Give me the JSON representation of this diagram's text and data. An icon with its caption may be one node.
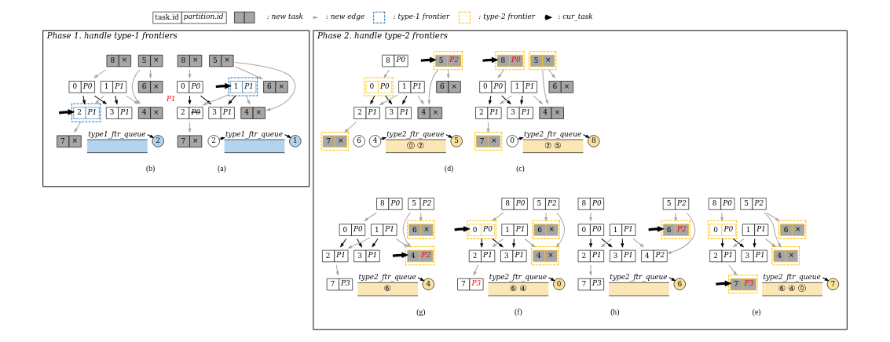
{
  "diagram": {
    "nodes": [
      {
        "text": [
          "task.id",
          "partition.id"
        ]
      },
      {
        "text": [
          "Phase 1. handle type-1 frontiers"
        ]
      },
      {
        "text": [
          "8",
          "×"
        ],
        "in": 1
      },
      {
        "text": [
          "5",
          "×"
        ],
        "in": 1
      },
      {
        "text": [
          "0",
          "P0"
        ],
        "in": 1
      },
      {
        "text": [
          "1",
          "P1"
        ],
        "in": 1
      },
      {
        "text": [
          "6",
          "×"
        ],
        "in": 1
      },
      {
        "text": [
          "2",
          "P0"
        ],
        "beside": [
          "P1"
        ],
        "in": 1
      },
      {
        "text": [
          "3",
          "P1"
        ],
        "in": 1
      },
      {
        "text": [
          "4",
          "×"
        ],
        "in": 1
      },
      {
        "text": [
          "7",
          "×"
        ],
        "in": 1
      },
      {
        "text": [
          "type1_ftr_queue"
        ],
        "in": 1
      },
      {
        "text": [
          "1"
        ],
        "in": 1
      },
      {
        "text": [
          "2"
        ],
        "in": 1
      },
      {
        "text": [
          "8",
          "×"
        ],
        "in": 1
      },
      {
        "text": [
          "5",
          "×"
        ],
        "in": 1
      },
      {
        "text": [
          "0",
          "P0"
        ],
        "in": 1
      },
      {
        "text": [
          "1",
          "P1"
        ],
        "in": 1
      },
      {
        "text": [
          "6",
          "×"
        ],
        "in": 1
      },
      {
        "text": [
          "2",
          "P1"
        ],
        "in": 1
      },
      {
        "text": [
          "3",
          "P1"
        ],
        "in": 1
      },
      {
        "text": [
          "4",
          "×"
        ],
        "in": 1
      },
      {
        "text": [
          "7",
          "×"
        ],
        "in": 1
      },
      {
        "text": [
          "type1_ftr_queue"
        ],
        "in": 1
      },
      {
        "text": [
          "2"
        ],
        "in": 1
      },
      {
        "text": [
          "Phase 2. handle type-2 frontiers"
        ]
      },
      {
        "text": [
          "8",
          "P0"
        ],
        "in": 25
      },
      {
        "text": [
          "5",
          "×"
        ],
        "in": 25
      },
      {
        "text": [
          "0",
          "P0"
        ],
        "in": 25
      },
      {
        "text": [
          "1",
          "P1"
        ],
        "in": 25
      },
      {
        "text": [
          "6",
          "×"
        ],
        "in": 25
      },
      {
        "text": [
          "2",
          "P1"
        ],
        "in": 25
      },
      {
        "text": [
          "3",
          "P1"
        ],
        "in": 25
      },
      {
        "text": [
          "4",
          "×"
        ],
        "in": 25
      },
      {
        "text": [
          "7",
          "×"
        ],
        "in": 25
      },
      {
        "text": [
          "type2_ftr_queue",
          "⑦ ⑤"
        ],
        "in": 25
      },
      {
        "text": [
          "8"
        ],
        "in": 25
      },
      {
        "text": [
          "0"
        ],
        "in": 25
      },
      {
        "text": [
          "8",
          "P0"
        ],
        "in": 25
      },
      {
        "text": [
          "5",
          "P2"
        ],
        "in": 25
      },
      {
        "text": [
          "0",
          "P0"
        ],
        "in": 25
      },
      {
        "text": [
          "1",
          "P1"
        ],
        "in": 25
      },
      {
        "text": [
          "6",
          "×"
        ],
        "in": 25
      },
      {
        "text": [
          "2",
          "P1"
        ],
        "in": 25
      },
      {
        "text": [
          "3",
          "P1"
        ],
        "in": 25
      },
      {
        "text": [
          "4",
          "×"
        ],
        "in": 25
      },
      {
        "text": [
          "7",
          "×"
        ],
        "in": 25
      },
      {
        "text": [
          "type2_ftr_queue",
          "⓪ ⑦"
        ],
        "in": 25
      },
      {
        "text": [
          "5"
        ],
        "in": 25
      },
      {
        "text": [
          "6"
        ],
        "in": 25
      },
      {
        "text": [
          "4"
        ],
        "in": 25
      },
      {
        "text": [
          "8",
          "P0"
        ],
        "in": 25
      },
      {
        "text": [
          "5",
          "P2"
        ],
        "in": 25
      },
      {
        "text": [
          "0",
          "P0"
        ],
        "in": 25
      },
      {
        "text": [
          "1",
          "P1"
        ],
        "in": 25
      },
      {
        "text": [
          "6",
          "×"
        ],
        "in": 25
      },
      {
        "text": [
          "2",
          "P1"
        ],
        "in": 25
      },
      {
        "text": [
          "3",
          "P1"
        ],
        "in": 25
      },
      {
        "text": [
          "4",
          "×"
        ],
        "in": 25
      },
      {
        "text": [
          "7",
          "P3"
        ],
        "in": 25
      },
      {
        "text": [
          "type2_ftr_queue",
          "⑥ ④ ⓪"
        ],
        "in": 25
      },
      {
        "text": [
          "7"
        ],
        "in": 25
      },
      {
        "text": [
          "8",
          "P0"
        ],
        "in": 25
      },
      {
        "text": [
          "5",
          "P2"
        ],
        "in": 25
      },
      {
        "text": [
          "0",
          "P0"
        ],
        "in": 25
      },
      {
        "text": [
          "1",
          "P1"
        ],
        "in": 25
      },
      {
        "text": [
          "6",
          "×"
        ],
        "in": 25
      },
      {
        "text": [
          "2",
          "P1"
        ],
        "in": 25
      },
      {
        "text": [
          "3",
          "P1"
        ],
        "in": 25
      },
      {
        "text": [
          "4",
          "×"
        ],
        "in": 25
      },
      {
        "text": [
          "7",
          "P3"
        ],
        "in": 25
      },
      {
        "text": [
          "type2_ftr_queue",
          "⑥ ④"
        ],
        "in": 25
      },
      {
        "text": [
          "0"
        ],
        "in": 25
      },
      {
        "text": [
          "8",
          "P0"
        ],
        "in": 25
      },
      {
        "text": [
          "5",
          "P2"
        ],
        "in": 25
      },
      {
        "text": [
          "0",
          "P0"
        ],
        "in": 25
      },
      {
        "text": [
          "1",
          "P1"
        ],
        "in": 25
      },
      {
        "text": [
          "6",
          "×"
        ],
        "in": 25
      },
      {
        "text": [
          "2",
          "P1"
        ],
        "in": 25
      },
      {
        "text": [
          "3",
          "P1"
        ],
        "in": 25
      },
      {
        "text": [
          "4",
          "P2"
        ],
        "in": 25
      },
      {
        "text": [
          "7",
          "P3"
        ],
        "in": 25
      },
      {
        "text": [
          "type2_ftr_queue",
          "⑥"
        ],
        "in": 25
      },
      {
        "text": [
          "4"
        ],
        "in": 25
      },
      {
        "text": [
          "8",
          "P0"
        ],
        "in": 25
      },
      {
        "text": [
          "5",
          "P2"
        ],
        "in": 25
      },
      {
        "text": [
          "0",
          "P0"
        ],
        "in": 25
      },
      {
        "text": [
          "1",
          "P1"
        ],
        "in": 25
      },
      {
        "text": [
          "6",
          "P2"
        ],
        "in": 25
      },
      {
        "text": [
          "2",
          "P1"
        ],
        "in": 25
      },
      {
        "text": [
          "3",
          "P1"
        ],
        "in": 25
      },
      {
        "text": [
          "4",
          "P2"
        ],
        "in": 25
      },
      {
        "text": [
          "7",
          "P3"
        ],
        "in": 25
      },
      {
        "text": [
          "type2_ftr_queue"
        ],
        "in": 25
      },
      {
        "text": [
          "6"
        ],
        "in": 25
      }
    ],
    "edges": [
      {
        "from": 2,
        "to": 4,
        "arrow": "to"
      },
      {
        "from": 3,
        "to": 6,
        "arrow": "to"
      },
      {
        "from": 3,
        "to": 9,
        "arrow": "to"
      },
      {
        "from": 4,
        "to": 7,
        "arrow": "to",
        "color": "#000000"
      },
      {
        "from": 4,
        "to": 8,
        "arrow": "to",
        "color": "#000000"
      },
      {
        "from": 5,
        "to": 8,
        "arrow": "to",
        "color": "#000000"
      },
      {
        "from": 5,
        "to": 7,
        "arrow": "to"
      },
      {
        "from": 5,
        "to": 9,
        "arrow": "to"
      },
      {
        "from": 7,
        "to": 10,
        "arrow": "to"
      },
      {
        "from": 13,
        "to": 11,
        "arrow": "to",
        "color": "#000000"
      },
      {
        "from": 11,
        "to": 12,
        "arrow": "to",
        "color": "#000000"
      },
      {
        "from": null,
        "to": 5,
        "arrow": "to",
        "style": "thick",
        "color": "#000000"
      },
      {
        "from": 14,
        "to": 16,
        "arrow": "to"
      },
      {
        "from": 15,
        "to": 18,
        "arrow": "to"
      },
      {
        "from": 15,
        "to": 21,
        "arrow": "to"
      },
      {
        "from": 16,
        "to": 19,
        "arrow": "to",
        "color": "#000000"
      },
      {
        "from": 16,
        "to": 20,
        "arrow": "to",
        "color": "#000000"
      },
      {
        "from": 17,
        "to": 20,
        "arrow": "to",
        "color": "#000000"
      },
      {
        "from": 17,
        "to": 19,
        "arrow": "to"
      },
      {
        "from": 17,
        "to": 21,
        "arrow": "to"
      },
      {
        "from": 19,
        "to": 22,
        "arrow": "to"
      },
      {
        "from": 23,
        "to": 24,
        "arrow": "to",
        "color": "#000000"
      },
      {
        "from": null,
        "to": 19,
        "arrow": "to",
        "style": "thick",
        "color": "#000000"
      },
      {
        "from": 26,
        "to": 28,
        "arrow": "to"
      },
      {
        "from": 27,
        "to": 30,
        "arrow": "to"
      },
      {
        "from": 27,
        "to": 33,
        "arrow": "to"
      },
      {
        "from": 28,
        "to": 31,
        "arrow": "to",
        "color": "#000000"
      },
      {
        "from": 28,
        "to": 32,
        "arrow": "to",
        "color": "#000000"
      },
      {
        "from": 29,
        "to": 32,
        "arrow": "to",
        "color": "#000000"
      },
      {
        "from": 29,
        "to": 31,
        "arrow": "to"
      },
      {
        "from": 29,
        "to": 33,
        "arrow": "to"
      },
      {
        "from": 31,
        "to": 34,
        "arrow": "to"
      },
      {
        "from": 37,
        "to": 35,
        "arrow": "to",
        "color": "#000000"
      },
      {
        "from": 35,
        "to": 36,
        "arrow": "to",
        "color": "#000000"
      },
      {
        "from": null,
        "to": 26,
        "arrow": "to",
        "style": "thick",
        "color": "#000000"
      },
      {
        "from": 38,
        "to": 40,
        "arrow": "to"
      },
      {
        "from": 39,
        "to": 42,
        "arrow": "to"
      },
      {
        "from": 39,
        "to": 45,
        "arrow": "to"
      },
      {
        "from": 40,
        "to": 43,
        "arrow": "to",
        "color": "#000000"
      },
      {
        "from": 40,
        "to": 44,
        "arrow": "to",
        "color": "#000000"
      },
      {
        "from": 41,
        "to": 44,
        "arrow": "to",
        "color": "#000000"
      },
      {
        "from": 41,
        "to": 43,
        "arrow": "to"
      },
      {
        "from": 41,
        "to": 45,
        "arrow": "to"
      },
      {
        "from": 43,
        "to": 46,
        "arrow": "to"
      },
      {
        "from": 50,
        "to": 47,
        "arrow": "to",
        "color": "#000000"
      },
      {
        "from": 47,
        "to": 48,
        "arrow": "to",
        "color": "#000000"
      },
      {
        "from": null,
        "to": 39,
        "arrow": "to",
        "style": "thick",
        "color": "#000000"
      },
      {
        "from": 51,
        "to": 53,
        "arrow": "to"
      },
      {
        "from": 52,
        "to": 55,
        "arrow": "to"
      },
      {
        "from": 52,
        "to": 58,
        "arrow": "to"
      },
      {
        "from": 53,
        "to": 56,
        "arrow": "to",
        "color": "#000000"
      },
      {
        "from": 53,
        "to": 57,
        "arrow": "to",
        "color": "#000000"
      },
      {
        "from": 54,
        "to": 57,
        "arrow": "to",
        "color": "#000000"
      },
      {
        "from": 54,
        "to": 56,
        "arrow": "to"
      },
      {
        "from": 54,
        "to": 58,
        "arrow": "to"
      },
      {
        "from": 56,
        "to": 59,
        "arrow": "to"
      },
      {
        "from": 60,
        "to": 61,
        "arrow": "to",
        "color": "#000000"
      },
      {
        "from": null,
        "to": 59,
        "arrow": "to",
        "style": "thick",
        "color": "#000000"
      },
      {
        "from": 62,
        "to": 64,
        "arrow": "to"
      },
      {
        "from": 63,
        "to": 66,
        "arrow": "to"
      },
      {
        "from": 63,
        "to": 69,
        "arrow": "to"
      },
      {
        "from": 64,
        "to": 67,
        "arrow": "to",
        "color": "#000000"
      },
      {
        "from": 64,
        "to": 68,
        "arrow": "to",
        "color": "#000000"
      },
      {
        "from": 65,
        "to": 68,
        "arrow": "to",
        "color": "#000000"
      },
      {
        "from": 65,
        "to": 67,
        "arrow": "to"
      },
      {
        "from": 65,
        "to": 69,
        "arrow": "to"
      },
      {
        "from": 67,
        "to": 70,
        "arrow": "to"
      },
      {
        "from": 71,
        "to": 72,
        "arrow": "to",
        "color": "#000000"
      },
      {
        "from": null,
        "to": 64,
        "arrow": "to",
        "style": "thick",
        "color": "#000000"
      },
      {
        "from": 73,
        "to": 75,
        "arrow": "to"
      },
      {
        "from": 74,
        "to": 77,
        "arrow": "to"
      },
      {
        "from": 74,
        "to": 80,
        "arrow": "to"
      },
      {
        "from": 75,
        "to": 78,
        "arrow": "to",
        "color": "#000000"
      },
      {
        "from": 75,
        "to": 79,
        "arrow": "to",
        "color": "#000000"
      },
      {
        "from": 76,
        "to": 79,
        "arrow": "to",
        "color": "#000000"
      },
      {
        "from": 76,
        "to": 78,
        "arrow": "to"
      },
      {
        "from": 76,
        "to": 80,
        "arrow": "to"
      },
      {
        "from": 78,
        "to": 81,
        "arrow": "to"
      },
      {
        "from": 82,
        "to": 83,
        "arrow": "to",
        "color": "#000000"
      },
      {
        "from": null,
        "to": 80,
        "arrow": "to",
        "style": "thick",
        "color": "#000000"
      },
      {
        "from": 84,
        "to": 86,
        "arrow": "to"
      },
      {
        "from": 85,
        "to": 88,
        "arrow": "to"
      },
      {
        "from": 85,
        "to": 91,
        "arrow": "to"
      },
      {
        "from": 86,
        "to": 89,
        "arrow": "to",
        "color": "#000000"
      },
      {
        "from": 86,
        "to": 90,
        "arrow": "to",
        "color": "#000000"
      },
      {
        "from": 87,
        "to": 90,
        "arrow": "to",
        "color": "#000000"
      },
      {
        "from": 87,
        "to": 89,
        "arrow": "to"
      },
      {
        "from": 87,
        "to": 91,
        "arrow": "to"
      },
      {
        "from": 89,
        "to": 92,
        "arrow": "to"
      },
      {
        "from": 93,
        "to": 94,
        "arrow": "to",
        "color": "#000000"
      },
      {
        "from": null,
        "to": 88,
        "arrow": "to",
        "style": "thick",
        "color": "#000000"
      }
    ],
    "labels": [
      "(a)",
      "(b)",
      "(c)",
      "(d)",
      "(e)",
      "(f)",
      "(g)",
      "(h)"
    ],
    "legend": [
      {
        "text": ": new task",
        "color": "#a6a6a6"
      },
      {
        "text": ": new edge"
      },
      {
        "text": ": type-1 frontier"
      },
      {
        "text": ": type-2 frontier"
      },
      {
        "text": ": cur_task"
      }
    ]
  }
}
